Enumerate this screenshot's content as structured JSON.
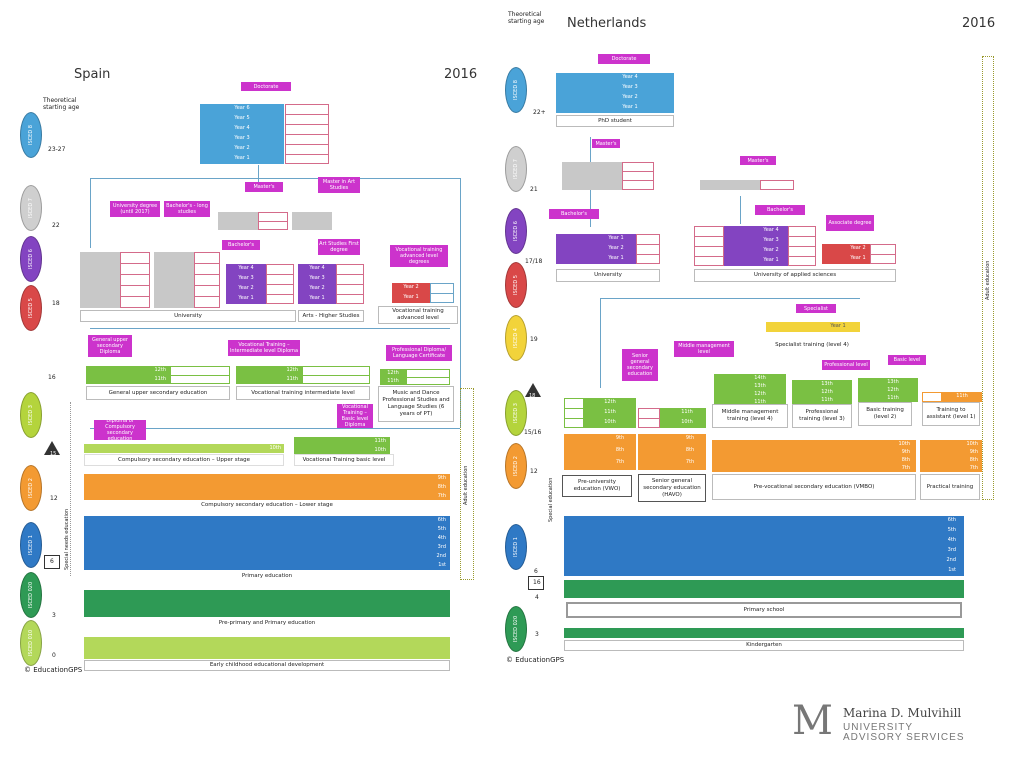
{
  "spain": {
    "country": "Spain",
    "year": "2016",
    "starting_age_label": "Theoretical starting age",
    "isced": [
      {
        "label": "ISCED 8",
        "color": "#4aa3d8",
        "age": "23-27"
      },
      {
        "label": "ISCED 7",
        "color": "#cfcfcf",
        "age": "22"
      },
      {
        "label": "ISCED 6",
        "color": "#8344c1",
        "age": ""
      },
      {
        "label": "ISCED 5",
        "color": "#d94848",
        "age": "18"
      },
      {
        "label": "ISCED 3",
        "color": "#b4d43c",
        "age": "16"
      },
      {
        "label": "ISCED 2",
        "color": "#f39a32",
        "age": "12"
      },
      {
        "label": "ISCED 1",
        "color": "#2f79c5",
        "age": ""
      },
      {
        "label": "ISCED 020",
        "color": "#2e9a55",
        "age": "3"
      },
      {
        "label": "ISCED 010",
        "color": "#b3d85a",
        "age": "0"
      }
    ],
    "marker_15": "15",
    "marker_6": "6",
    "doctorate": "Doctorate",
    "doctorate_years": [
      "Year 6",
      "Year 5",
      "Year 4",
      "Year 3",
      "Year 2",
      "Year 1"
    ],
    "masters": "Master's",
    "master_art": "Master in Art Studies",
    "university_degree": "University degree (until 2017)",
    "bachelor_long": "Bachelor's - long studies",
    "bachelors": "Bachelor's",
    "art_first": "Art Studies First degree",
    "voc_adv_degree": "Vocational training advanced level degrees",
    "bachelor_years": [
      "Year 4",
      "Year 3",
      "Year 2",
      "Year 1"
    ],
    "voc_adv_years": [
      "Year 2",
      "Year 1"
    ],
    "university": "University",
    "arts_higher": "Arts - Higher Studies",
    "voc_adv_level": "Vocational training advanced level",
    "gen_upper_diploma": "General upper secondary Diploma",
    "voc_inter_diploma": "Vocational Training – Intermediate level Diploma",
    "prof_diploma": "Professional Diploma/ Language Certificate",
    "upper_years": [
      "12th",
      "11th"
    ],
    "gen_upper": "General upper secondary education",
    "voc_inter": "Vocational training intermediate level",
    "music_dance": "Music and Dance Professional Studies and Language Studies (6 years of PT)",
    "diploma_compulsory": "Diploma of Compulsory secondary education",
    "voc_basic_diploma": "Vocational Training – Basic level Diploma",
    "y10": "10th",
    "compulsory_upper": "Compulsory secondary education – Upper stage",
    "voc_basic": "Vocational Training basic level",
    "lower_years": [
      "9th",
      "8th",
      "7th"
    ],
    "compulsory_lower": "Compulsory secondary education – Lower stage",
    "primary_years": [
      "6th",
      "5th",
      "4th",
      "3rd",
      "2nd",
      "1st"
    ],
    "primary": "Primary education",
    "preprimary": "Pre-primary and Primary education",
    "early_childhood": "Early childhood educational development",
    "special_needs": "Special needs education",
    "adult": "Adult education",
    "copyright": "© EducationGPS"
  },
  "nl": {
    "country": "Netherlands",
    "year": "2016",
    "starting_age_label": "Theoretical starting age",
    "isced": [
      {
        "label": "ISCED 8",
        "color": "#4aa3d8",
        "age": "22+"
      },
      {
        "label": "ISCED 7",
        "color": "#cfcfcf",
        "age": "21"
      },
      {
        "label": "ISCED 6",
        "color": "#8344c1",
        "age": "17/18"
      },
      {
        "label": "ISCED 5",
        "color": "#d94848",
        "age": ""
      },
      {
        "label": "ISCED 4",
        "color": "#f2d33a",
        "age": "19"
      },
      {
        "label": "ISCED 3",
        "color": "#b4d43c",
        "age": "15/16"
      },
      {
        "label": "ISCED 2",
        "color": "#f39a32",
        "age": "12"
      },
      {
        "label": "ISCED 1",
        "color": "#2f79c5",
        "age": "6"
      },
      {
        "label": "ISCED 020",
        "color": "#2e9a55",
        "age": "3"
      }
    ],
    "age_4": "4",
    "marker_18": "18",
    "marker_16": "16",
    "doctorate": "Doctorate",
    "doctorate_years": [
      "Year 4",
      "Year 3",
      "Year 2",
      "Year 1"
    ],
    "phd": "PhD student",
    "masters": "Master's",
    "masters2": "Master's",
    "bachelors": "Bachelor's",
    "bachelors2": "Bachelor's",
    "associate": "Associate degree",
    "uni_years": [
      "Year 1",
      "Year 2",
      "Year 1"
    ],
    "uas_years": [
      "Year 4",
      "Year 3",
      "Year 2",
      "Year 1"
    ],
    "assoc_years": [
      "Year 2",
      "Year 1"
    ],
    "university": "University",
    "uas": "University of applied sciences",
    "specialist": "Specialist",
    "specialist_year": "Year 1",
    "specialist_training": "Specialist training (level 4)",
    "senior_general": "Senior general secondary education",
    "mid_mgmt_level": "Middle management level",
    "prof_level": "Professional level",
    "basic_level": "Basic level",
    "vwo_years": [
      "12th",
      "11th",
      "10th"
    ],
    "havo_years": [
      "11th",
      "10th"
    ],
    "mid_years": [
      "14th",
      "13th",
      "12th",
      "11th"
    ],
    "prof_years": [
      "13th",
      "12th",
      "11th"
    ],
    "basic_years": [
      "13th",
      "12th",
      "11th"
    ],
    "asst_year": "11th",
    "mid_mgmt": "Middle management training (level 4)",
    "prof_training": "Professional training (level 3)",
    "basic_training": "Basic training (level 2)",
    "asst_training": "Training to assistant (level 1)",
    "lower_years": [
      "9th",
      "8th",
      "7th"
    ],
    "vmbo_years": [
      "10th",
      "9th",
      "8th",
      "7th"
    ],
    "vwo": "Pre-university education (VWO)",
    "havo": "Senior general secondary education (HAVO)",
    "vmbo": "Pre-vocational secondary education (VMBO)",
    "practical": "Practical training",
    "primary_years": [
      "6th",
      "5th",
      "4th",
      "3rd",
      "2nd",
      "1st"
    ],
    "primary": "Primary school",
    "kindergarten": "Kindergarten",
    "special": "Special education",
    "adult": "Adult education",
    "copyright": "© EducationGPS"
  },
  "brand": {
    "mark": "M",
    "name": "Marina D. Mulvihill",
    "line1": "UNIVERSITY",
    "line2": "ADVISORY SERVICES"
  }
}
